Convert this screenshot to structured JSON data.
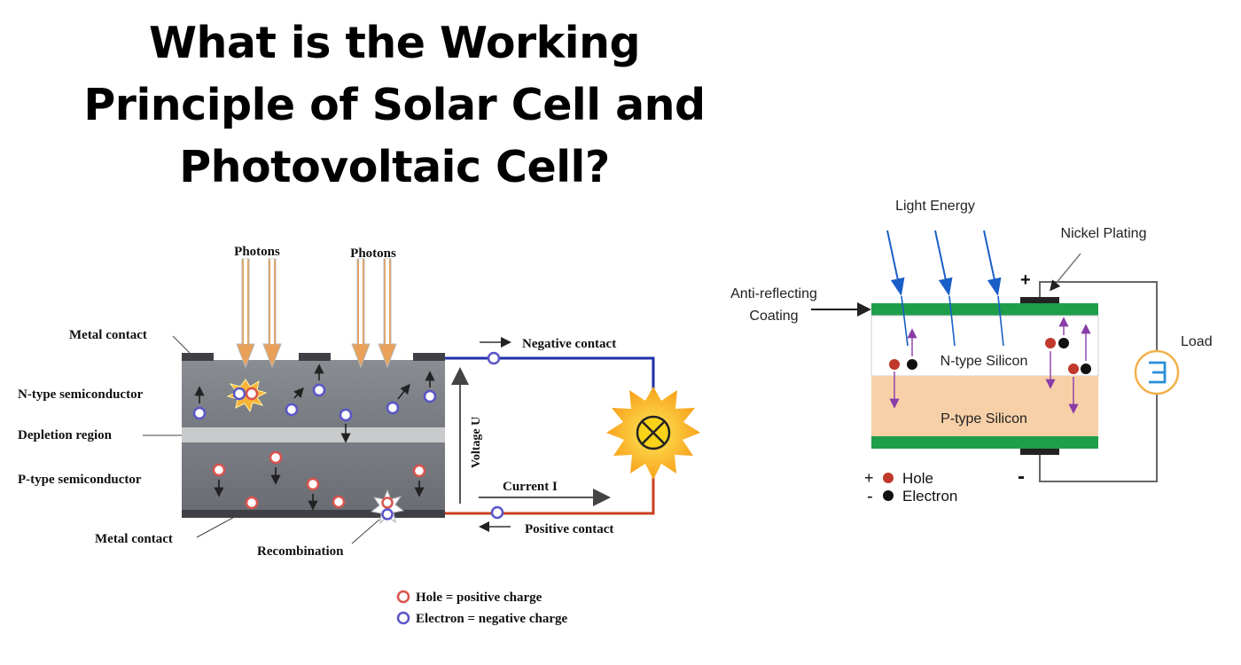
{
  "title": {
    "line1": "What is the Working",
    "line2": "Principle of Solar Cell and",
    "line3": "Photovoltaic Cell?"
  },
  "left_diagram": {
    "photons_left": "Photons",
    "photons_right": "Photons",
    "metal_contact_top": "Metal contact",
    "n_type": "N-type semiconductor",
    "depletion": "Depletion region",
    "p_type": "P-type semiconductor",
    "metal_contact_bottom": "Metal contact",
    "recombination": "Recombination",
    "negative_contact": "Negative contact",
    "positive_contact": "Positive contact",
    "voltage": "Voltage U",
    "current": "Current I",
    "legend_hole": "Hole = positive charge",
    "legend_electron": "Electron = negative charge"
  },
  "right_diagram": {
    "light_energy": "Light Energy",
    "nickel_plating": "Nickel Plating",
    "anti_reflecting_1": "Anti-reflecting",
    "anti_reflecting_2": "Coating",
    "n_type": "N-type Silicon",
    "p_type": "P-type Silicon",
    "load": "Load",
    "plus": "+",
    "minus": "-",
    "legend_plus": "+",
    "legend_minus": "-",
    "legend_hole": "Hole",
    "legend_electron": "Electron"
  },
  "colors": {
    "hole": "#d9534f",
    "electron": "#5a55c8",
    "negative_wire": "#1f2fa8",
    "positive_wire": "#c8401f",
    "photon_arrow": "#e8a05a",
    "green_layer": "#1e9e4a",
    "p_silicon": "#f7d0a8",
    "light_ray": "#1a5fc7"
  }
}
